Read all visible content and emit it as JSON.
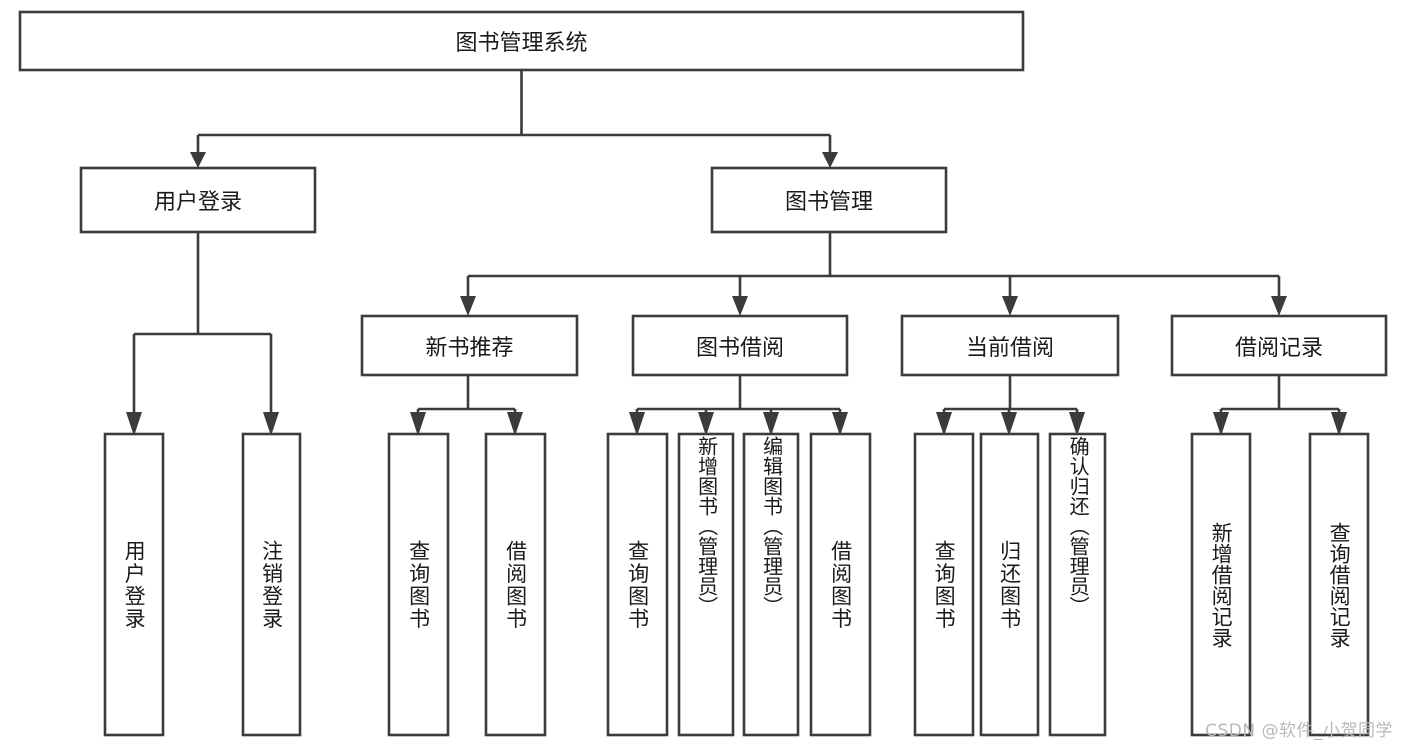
{
  "diagram": {
    "title": "图书管理系统",
    "type": "hierarchy-tree",
    "watermark": "CSDN @软件_小贺同学",
    "colors": {
      "stroke": "#3b3b3b",
      "fill": "#ffffff",
      "text": "#1a1a1a",
      "watermark": "#b9b9b9"
    },
    "levels": [
      {
        "level": 1,
        "nodes": [
          {
            "id": "root",
            "label": "图书管理系统",
            "orientation": "horizontal"
          }
        ]
      },
      {
        "level": 2,
        "nodes": [
          {
            "id": "user-login",
            "label": "用户登录",
            "orientation": "horizontal",
            "parent": "root"
          },
          {
            "id": "book-manage",
            "label": "图书管理",
            "orientation": "horizontal",
            "parent": "root"
          }
        ]
      },
      {
        "level": 3,
        "nodes": [
          {
            "id": "new-book-rec",
            "label": "新书推荐",
            "orientation": "horizontal",
            "parent": "book-manage"
          },
          {
            "id": "book-borrow",
            "label": "图书借阅",
            "orientation": "horizontal",
            "parent": "book-manage"
          },
          {
            "id": "current-borrow",
            "label": "当前借阅",
            "orientation": "horizontal",
            "parent": "book-manage"
          },
          {
            "id": "borrow-record",
            "label": "借阅记录",
            "orientation": "horizontal",
            "parent": "book-manage"
          }
        ]
      },
      {
        "level": 4,
        "nodes": [
          {
            "id": "leaf-user-login",
            "label": "用户登录",
            "orientation": "vertical",
            "parent": "user-login"
          },
          {
            "id": "leaf-logout",
            "label": "注销登录",
            "orientation": "vertical",
            "parent": "user-login"
          },
          {
            "id": "leaf-query-book-1",
            "label": "查询图书",
            "orientation": "vertical",
            "parent": "new-book-rec"
          },
          {
            "id": "leaf-borrow-book-1",
            "label": "借阅图书",
            "orientation": "vertical",
            "parent": "new-book-rec"
          },
          {
            "id": "leaf-query-book-2",
            "label": "查询图书",
            "orientation": "vertical",
            "parent": "book-borrow"
          },
          {
            "id": "leaf-add-book",
            "label": "新增图书（管理员）",
            "orientation": "vertical",
            "parent": "book-borrow"
          },
          {
            "id": "leaf-edit-book",
            "label": "编辑图书（管理员）",
            "orientation": "vertical",
            "parent": "book-borrow"
          },
          {
            "id": "leaf-borrow-book-2",
            "label": "借阅图书",
            "orientation": "vertical",
            "parent": "book-borrow"
          },
          {
            "id": "leaf-query-book-3",
            "label": "查询图书",
            "orientation": "vertical",
            "parent": "current-borrow"
          },
          {
            "id": "leaf-return-book",
            "label": "归还图书",
            "orientation": "vertical",
            "parent": "current-borrow"
          },
          {
            "id": "leaf-confirm-return",
            "label": "确认归还（管理员）",
            "orientation": "vertical",
            "parent": "current-borrow"
          },
          {
            "id": "leaf-add-record",
            "label": "新增借阅记录",
            "orientation": "vertical",
            "parent": "borrow-record"
          },
          {
            "id": "leaf-query-record",
            "label": "查询借阅记录",
            "orientation": "vertical",
            "parent": "borrow-record"
          }
        ]
      }
    ]
  }
}
